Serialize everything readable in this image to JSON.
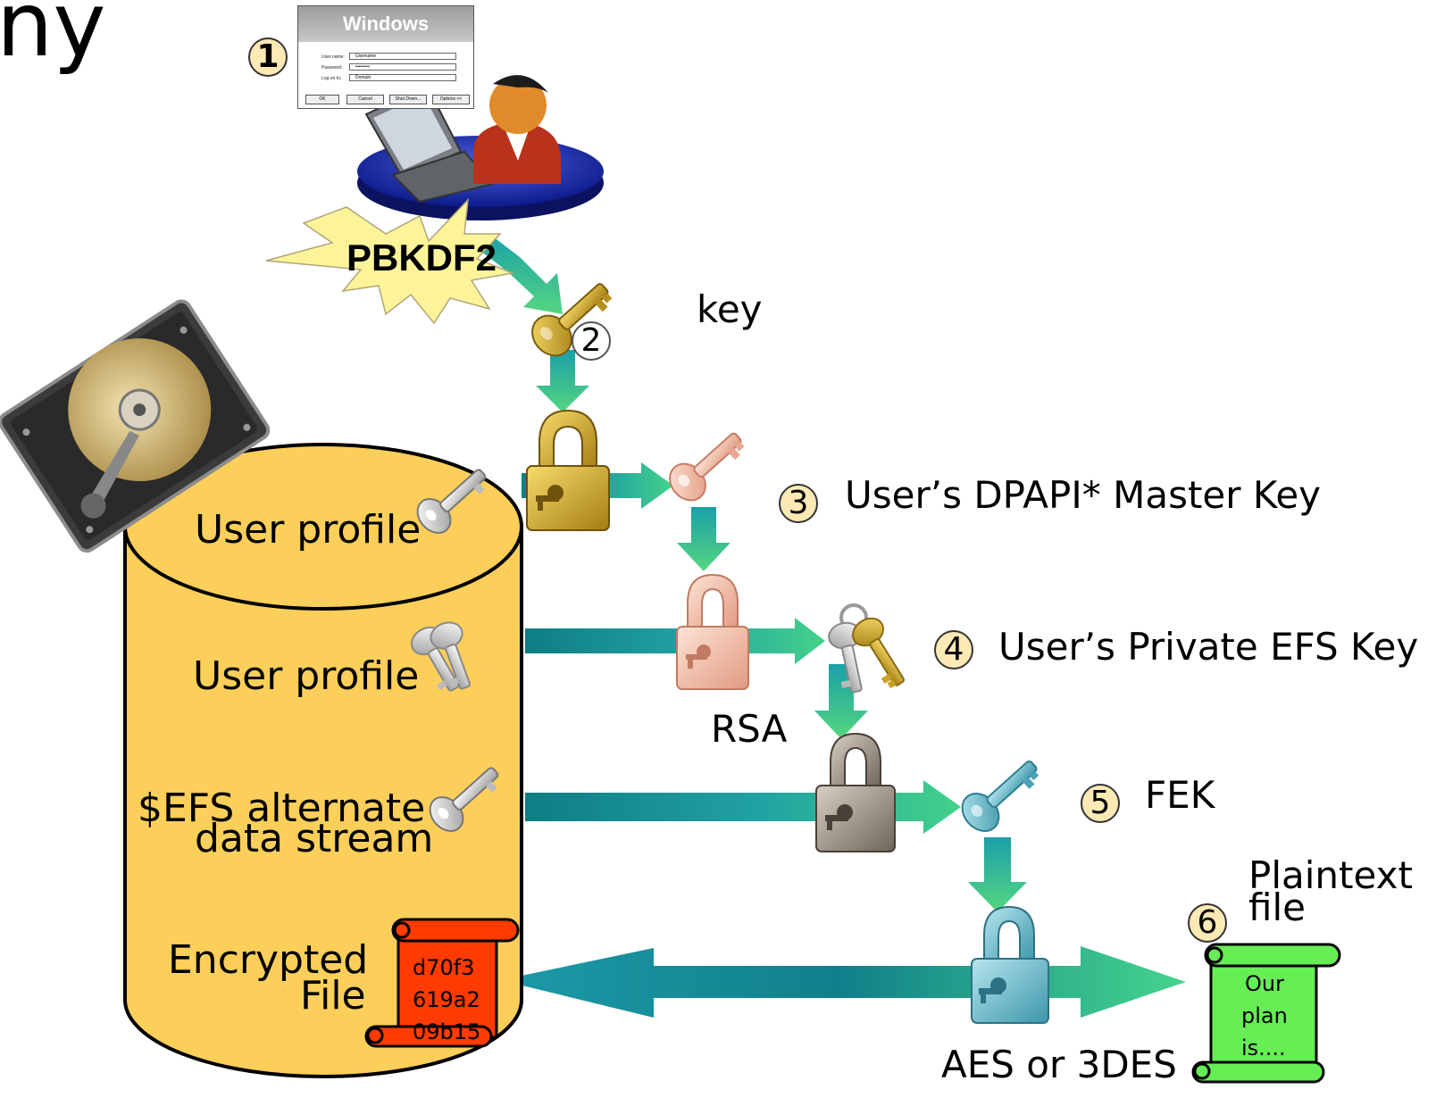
{
  "title_fragment": "ny",
  "windows_dialog": {
    "title": "Windows",
    "username_label": "User name:",
    "username_value": "Username",
    "password_label": "Password:",
    "password_value": "•••••••••",
    "logon_label": "Log on to:",
    "logon_value": "Domain",
    "buttons": [
      "OK",
      "Cancel",
      "Shut Down...",
      "Options <<"
    ]
  },
  "steps": [
    "1",
    "2",
    "3",
    "4",
    "5",
    "6"
  ],
  "labels": {
    "pbkdf2": "PBKDF2",
    "key": "key",
    "dpapi": "User’s DPAPI* Master Key",
    "efs_key": "User’s Private EFS Key",
    "rsa": "RSA",
    "fek": "FEK",
    "plaintext_1": "Plaintext",
    "plaintext_2": "file",
    "aes": "AES or 3DES"
  },
  "cylinder": {
    "profile_1": "User profile",
    "profile_2": "User profile",
    "efs_1": "$EFS alternate",
    "efs_2": "data stream",
    "encrypted_1": "Encrypted",
    "encrypted_2": "File"
  },
  "encrypted_scroll": [
    "d70f3",
    "619a2",
    "09b15"
  ],
  "plain_scroll": [
    "Our",
    "plan",
    "is...."
  ],
  "colors": {
    "cylinder": "#fccf5a",
    "arrow_teal": "#1fa1a6",
    "arrow_green": "#3ec77a",
    "gold_lock": "#c9a227",
    "pink_lock": "#f4c1ae",
    "gray_lock": "#a8988a",
    "blue_lock": "#7cc6d4",
    "red_scroll": "#ff3b00",
    "green_scroll": "#66ee55",
    "step_circle": "#fde9b4"
  }
}
